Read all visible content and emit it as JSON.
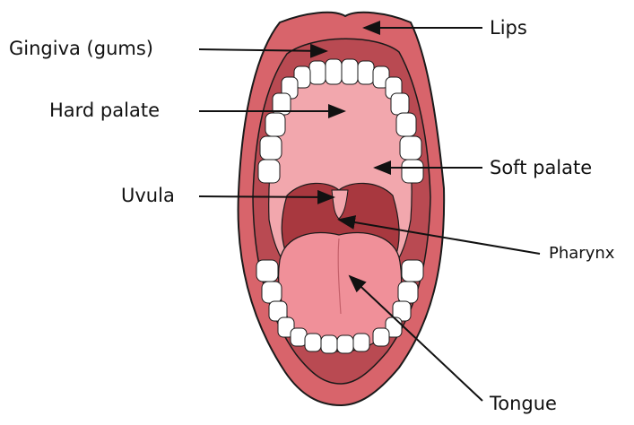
{
  "labels": {
    "gingiva": "Gingiva (gums)",
    "hard_palate": "Hard palate",
    "uvula": "Uvula",
    "lips": "Lips",
    "soft_palate": "Soft palate",
    "pharynx": "Pharynx",
    "tongue": "Tongue"
  },
  "colors": {
    "lips": "#d8646b",
    "lips_shadow": "#b94a52",
    "palate": "#f2a7ad",
    "throat": "#a8383f",
    "tongue": "#f09099",
    "teeth": "#ffffff",
    "outline": "#1a1a1a"
  }
}
